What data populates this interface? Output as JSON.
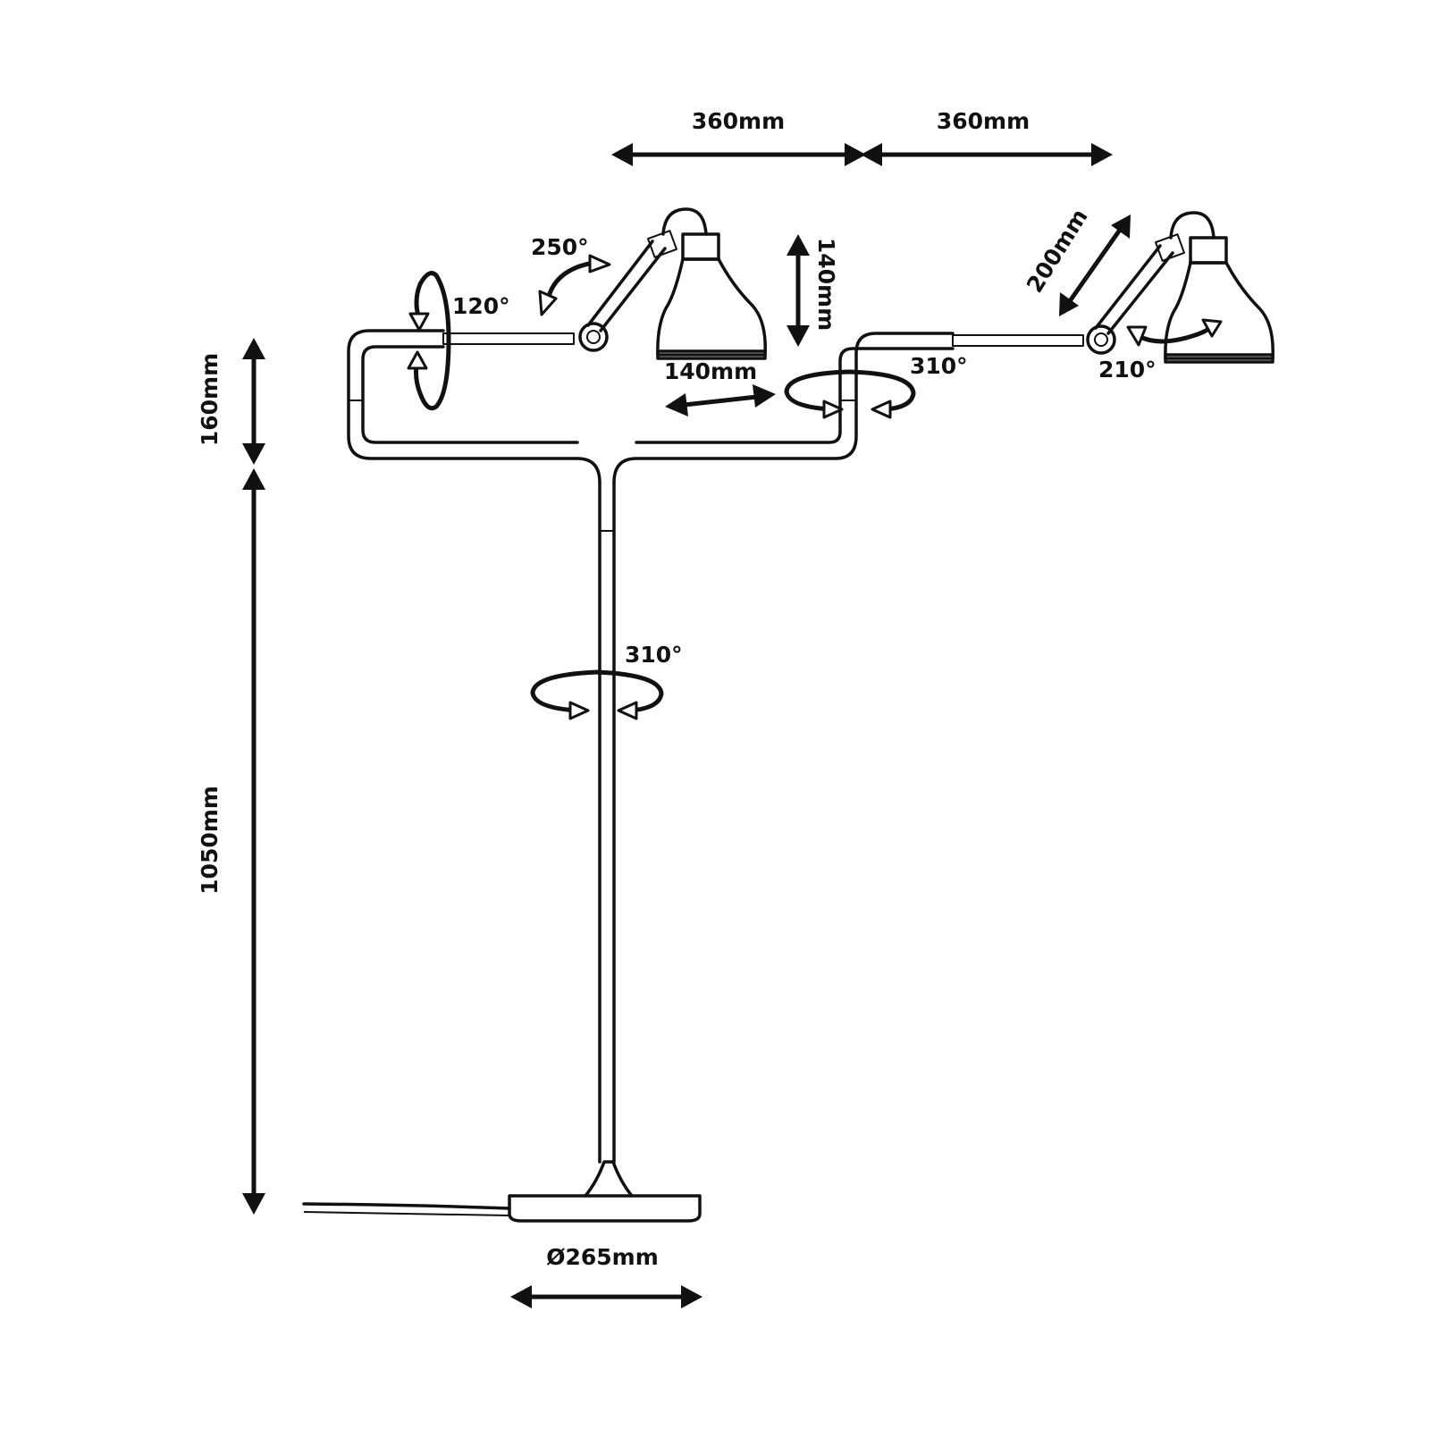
{
  "dimensions": {
    "arm_left": "360mm",
    "arm_right": "360mm",
    "arm_height": "160mm",
    "stand_height": "1050mm",
    "shade_height": "140mm",
    "shade_width": "140mm",
    "right_arm_length": "200mm",
    "base_diameter": "Ø265mm"
  },
  "rotations": {
    "left_joint": "120°",
    "left_shade": "250°",
    "right_socket": "310°",
    "right_shade": "210°",
    "stem": "310°"
  },
  "colors": {
    "line": "#111111",
    "background": "#ffffff"
  }
}
